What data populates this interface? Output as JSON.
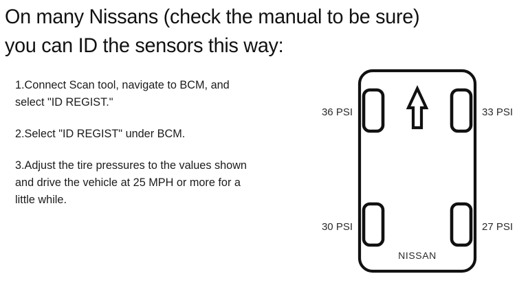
{
  "heading": {
    "line1": "On many Nissans (check the manual to be sure)",
    "line2": "you can ID the sensors this way:"
  },
  "steps": [
    {
      "id": "step-1",
      "line1": "1.Connect Scan tool, navigate to BCM, and",
      "line2": "select \"ID REGIST.\"",
      "line3": ""
    },
    {
      "id": "step-2",
      "line1": "2.Select \"ID REGIST\" under BCM.",
      "line2": "",
      "line3": ""
    },
    {
      "id": "step-3",
      "line1": "3.Adjust the tire pressures to the values shown",
      "line2": "and drive the vehicle at 25 MPH or more for a",
      "line3": "little while."
    }
  ],
  "diagram": {
    "brand": "NISSAN",
    "direction_icon": "up-arrow-icon",
    "direction_meaning": "front of vehicle",
    "wheels": {
      "front_left": "36 PSI",
      "front_right": "33 PSI",
      "rear_left": "30 PSI",
      "rear_right": "27 PSI"
    }
  },
  "colors": {
    "background": "#ffffff",
    "ink": "#111111",
    "text": "#1b1b1b",
    "label_text": "#2a2a2a"
  }
}
